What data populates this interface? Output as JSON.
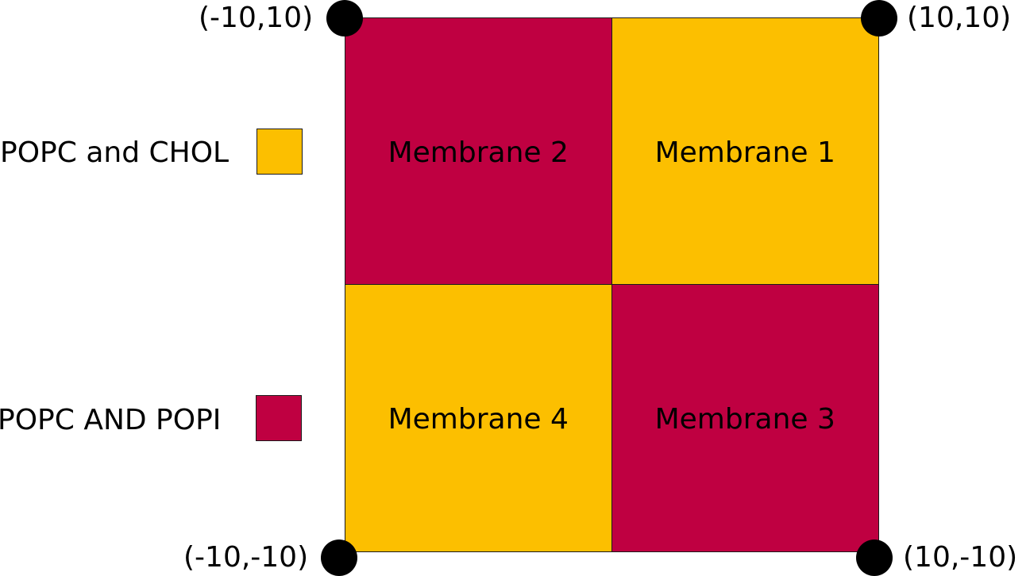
{
  "colors": {
    "chol": "#fcbf00",
    "popi": "#bf0041",
    "dot": "#000000"
  },
  "legend": {
    "items": [
      {
        "label": "POPC and CHOL",
        "color": "#fcbf00"
      },
      {
        "label": "POPC AND POPI",
        "color": "#bf0041"
      }
    ]
  },
  "grid": {
    "cells": [
      {
        "label": "Membrane 2",
        "color": "#bf0041"
      },
      {
        "label": "Membrane 1",
        "color": "#fcbf00"
      },
      {
        "label": "Membrane 4",
        "color": "#fcbf00"
      },
      {
        "label": "Membrane 3",
        "color": "#bf0041"
      }
    ]
  },
  "corners": {
    "top_left": "(-10,10)",
    "top_right": "(10,10)",
    "bottom_left": "(-10,-10)",
    "bottom_right": "(10,-10)"
  }
}
